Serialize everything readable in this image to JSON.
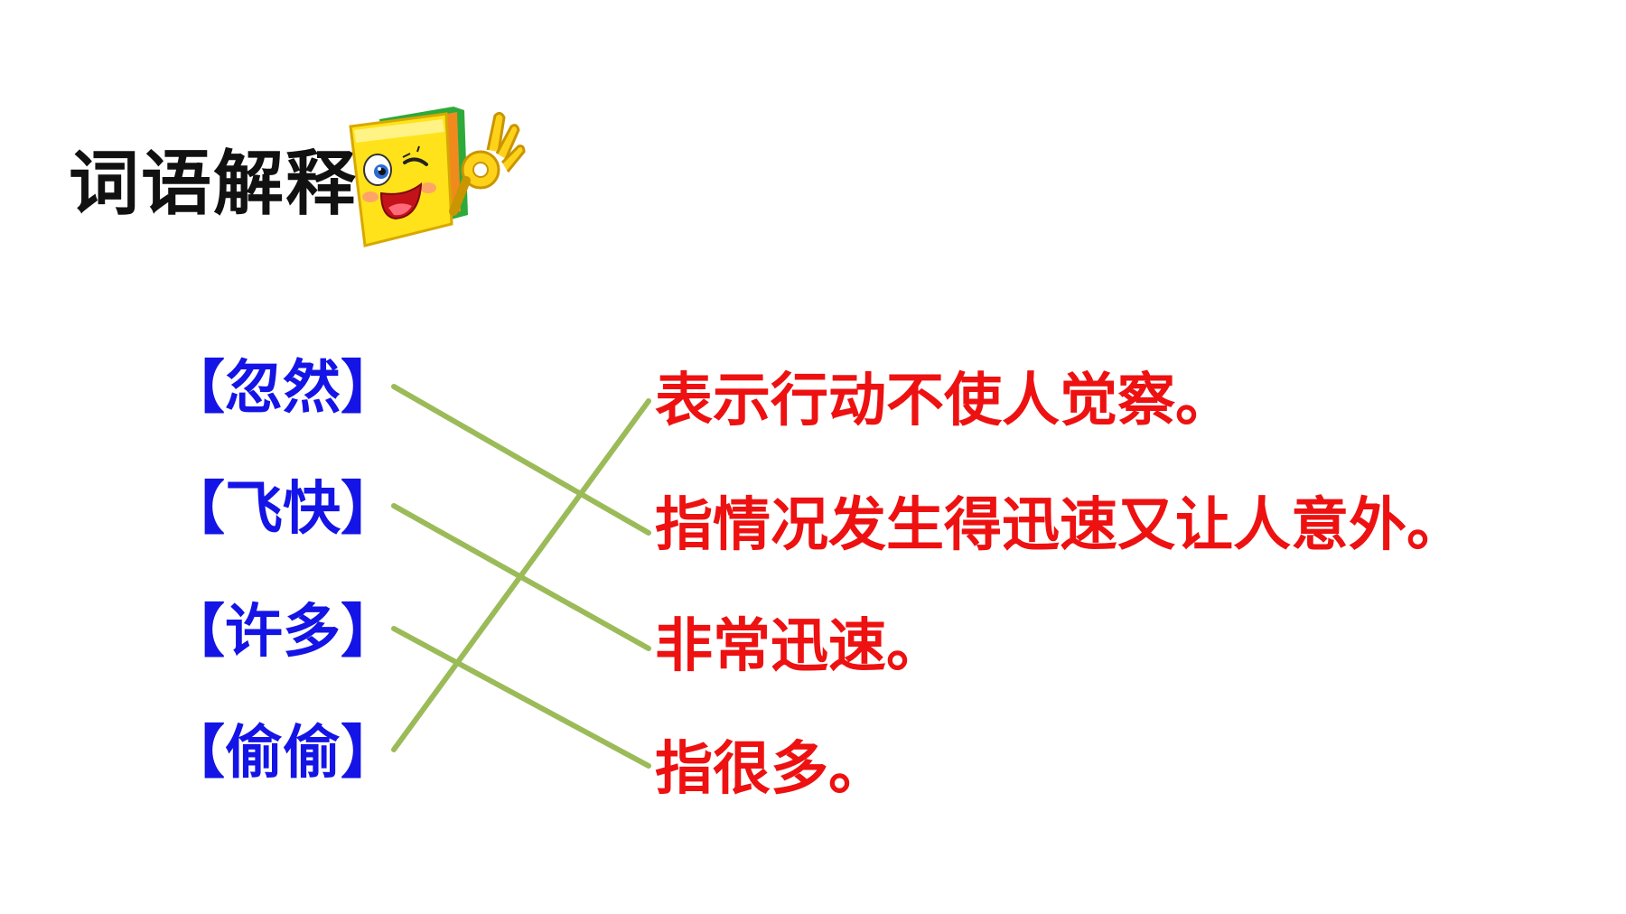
{
  "title": "词语解释",
  "mascot_icon": "winking-book-ok-hand-icon",
  "terms": [
    "【忽然】",
    "【飞快】",
    "【许多】",
    "【偷偷】"
  ],
  "definitions": [
    "表示行动不使人觉察。",
    "指情况发生得迅速又让人意外。",
    "非常迅速。",
    "指很多。"
  ],
  "colors": {
    "title": "#111111",
    "term": "#1414e6",
    "definition": "#ee1111",
    "connector": "#9bbb59"
  }
}
